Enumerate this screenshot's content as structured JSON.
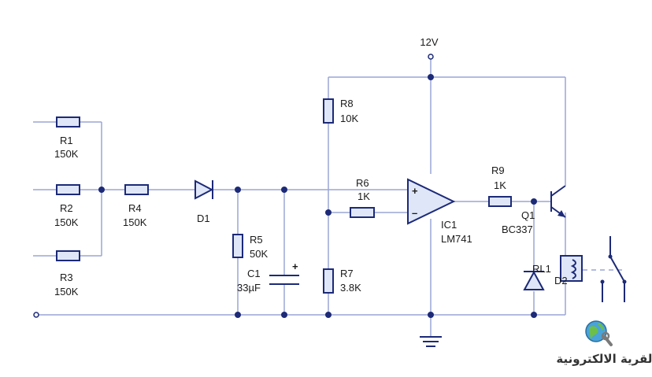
{
  "schematic": {
    "supply": "12V",
    "components": {
      "r1": {
        "name": "R1",
        "value": "150K"
      },
      "r2": {
        "name": "R2",
        "value": "150K"
      },
      "r3": {
        "name": "R3",
        "value": "150K"
      },
      "r4": {
        "name": "R4",
        "value": "150K"
      },
      "d1": {
        "name": "D1"
      },
      "r5": {
        "name": "R5",
        "value": "50K"
      },
      "c1": {
        "name": "C1",
        "value": "33µF"
      },
      "r8": {
        "name": "R8",
        "value": "10K"
      },
      "r6": {
        "name": "R6",
        "value": "1K"
      },
      "r7": {
        "name": "R7",
        "value": "3.8K"
      },
      "ic1": {
        "name": "IC1",
        "value": "LM741"
      },
      "r9": {
        "name": "R9",
        "value": "1K"
      },
      "q1": {
        "name": "Q1",
        "value": "BC337"
      },
      "rl1": {
        "name": "RL1"
      },
      "d2": {
        "name": "D2"
      }
    },
    "opamp_plus": "+",
    "opamp_minus": "–",
    "cap_plus": "+"
  },
  "watermark": {
    "text": "القرية الالكترونية",
    "icon": "globe-wrench-icon"
  },
  "colors": {
    "wire": "#9aa6d6",
    "component": "#1c2a78",
    "body_fill": "#dfe6f7"
  }
}
